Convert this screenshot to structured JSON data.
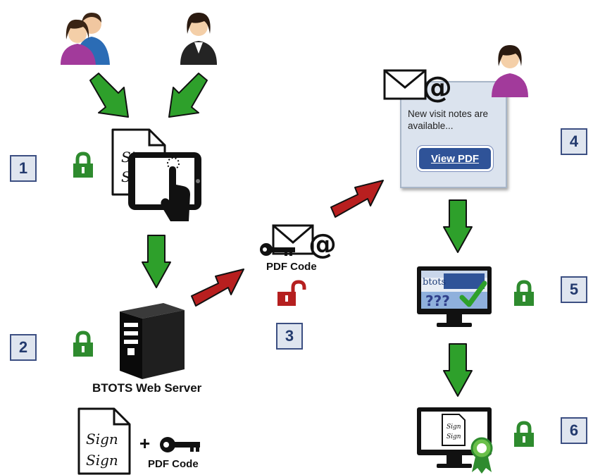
{
  "steps": [
    "1",
    "2",
    "3",
    "4",
    "5",
    "6"
  ],
  "server": {
    "label": "BTOTS Web Server"
  },
  "pdf_code_email": {
    "label": "PDF Code"
  },
  "bundle": {
    "plus": "+",
    "code_label": "PDF Code"
  },
  "notification": {
    "message": "New visit notes are available...",
    "button_label": "View PDF"
  },
  "screen": {
    "brand": "btots",
    "marks": "???"
  },
  "document": {
    "script_line_1": "Sign",
    "script_line_2": "Sign"
  },
  "colors": {
    "arrow_green": "#2ea02b",
    "arrow_red": "#b81f1f",
    "lock_green": "#2e8b2e",
    "lock_red": "#b51f1f",
    "step_border": "#3c4f82",
    "step_fill": "#dfe5ef"
  }
}
